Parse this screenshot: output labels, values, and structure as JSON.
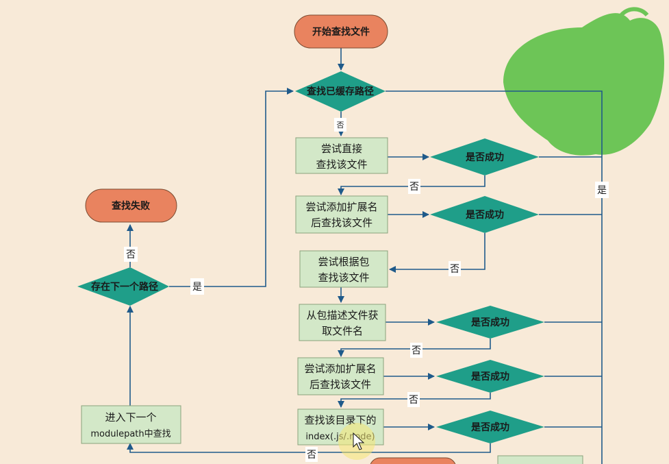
{
  "nodes": {
    "start": "开始查找文件",
    "cached_path": "查找已缓存路径",
    "try_direct_l1": "尝试直接",
    "try_direct_l2": "查找该文件",
    "success1": "是否成功",
    "add_ext_l1": "尝试添加扩展名",
    "add_ext_l2": "后查找该文件",
    "success2": "是否成功",
    "by_pkg_l1": "尝试根据包",
    "by_pkg_l2": "查找该文件",
    "pkg_desc_l1": "从包描述文件获",
    "pkg_desc_l2": "取文件名",
    "success3": "是否成功",
    "add_ext2_l1": "尝试添加扩展名",
    "add_ext2_l2": "后查找该文件",
    "success4": "是否成功",
    "index_l1": "查找该目录下的",
    "index_l2": "index(.js/.node)",
    "success5": "是否成功",
    "next_mp_l1": "进入下一个",
    "next_mp_l2": "modulepath中查找",
    "has_next": "存在下一个路径",
    "fail": "查找失败"
  },
  "edge_labels": {
    "no_cached": "否",
    "yes_right": "是",
    "no_s1": "否",
    "no_s2": "否",
    "no_s3": "否",
    "no_s4": "否",
    "no_s5": "否",
    "yes_next": "是",
    "no_next": "否"
  },
  "colors": {
    "background": "#f8ead8",
    "terminal": "#e9835f",
    "diamond": "#1f9e89",
    "process": "#d3e8c8",
    "line": "#1f5a8a",
    "leaf": "#6dc557"
  }
}
